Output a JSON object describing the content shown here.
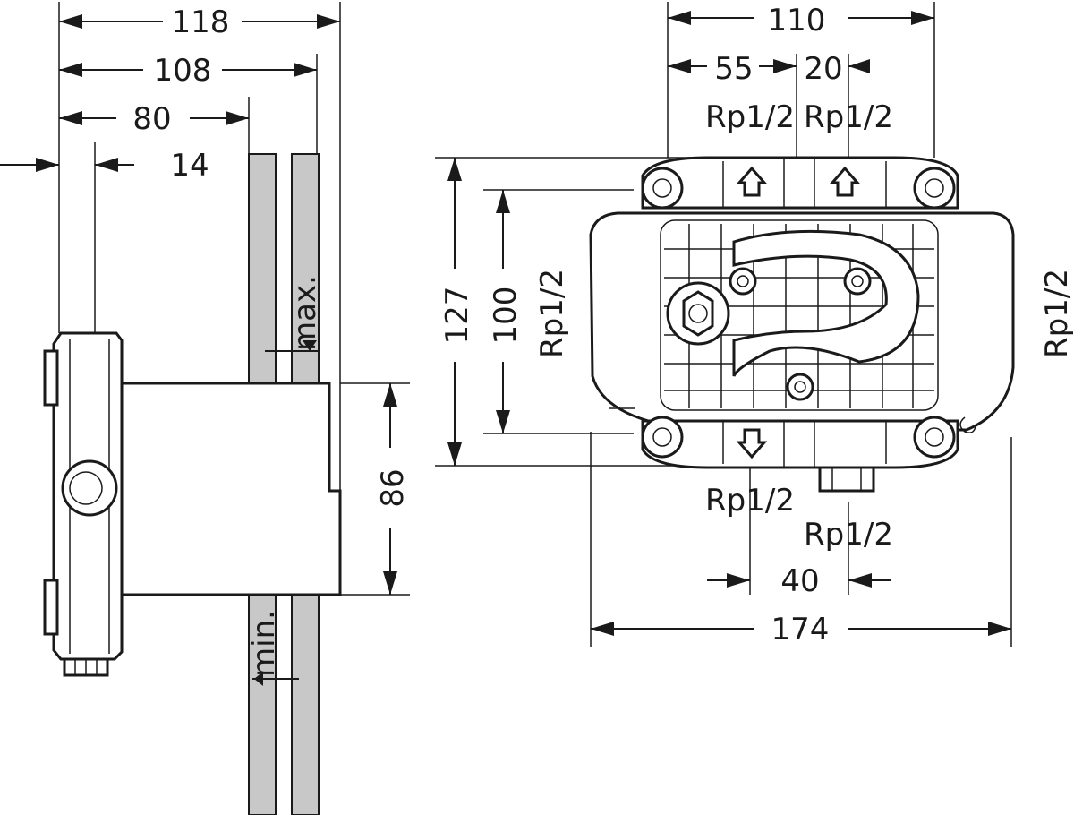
{
  "side_view": {
    "dim_118": "118",
    "dim_108": "108",
    "dim_80": "80",
    "dim_14": "14",
    "dim_86": "86",
    "label_max": "max.",
    "label_min": "min."
  },
  "front_view": {
    "dim_110": "110",
    "dim_55": "55",
    "dim_20": "20",
    "dim_127": "127",
    "dim_100": "100",
    "dim_40": "40",
    "dim_174": "174",
    "rp_top_left": "Rp1/2",
    "rp_top_right": "Rp1/2",
    "rp_left": "Rp1/2",
    "rp_right": "Rp1/2",
    "rp_bottom_left": "Rp1/2",
    "rp_bottom_right": "Rp1/2"
  },
  "colors": {
    "line": "#1a1a1a",
    "wall": "#c8c8c8"
  }
}
